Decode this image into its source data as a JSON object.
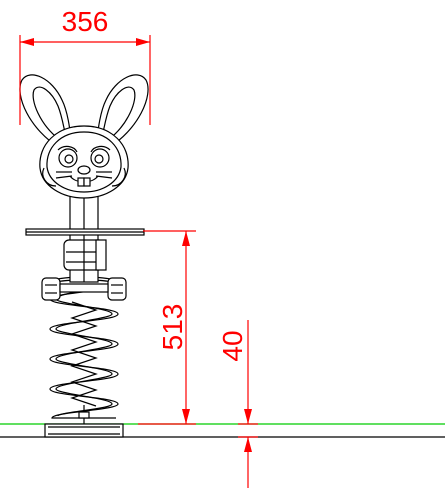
{
  "drawing": {
    "dimensions": {
      "width_label": "356",
      "height_label": "513",
      "depth_label": "40"
    },
    "colors": {
      "dimension": "#ff0000",
      "ground_line": "#00cc00",
      "outline": "#000000"
    }
  }
}
